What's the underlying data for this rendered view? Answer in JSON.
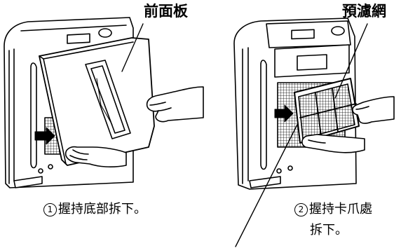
{
  "figure": {
    "left": {
      "callout": "前面板",
      "step_number": "1",
      "step_text": "握持底部拆下。"
    },
    "right": {
      "callout": "預濾網",
      "step_number": "2",
      "step_text_line1": "握持卡爪處",
      "step_text_line2": "拆下。"
    }
  }
}
